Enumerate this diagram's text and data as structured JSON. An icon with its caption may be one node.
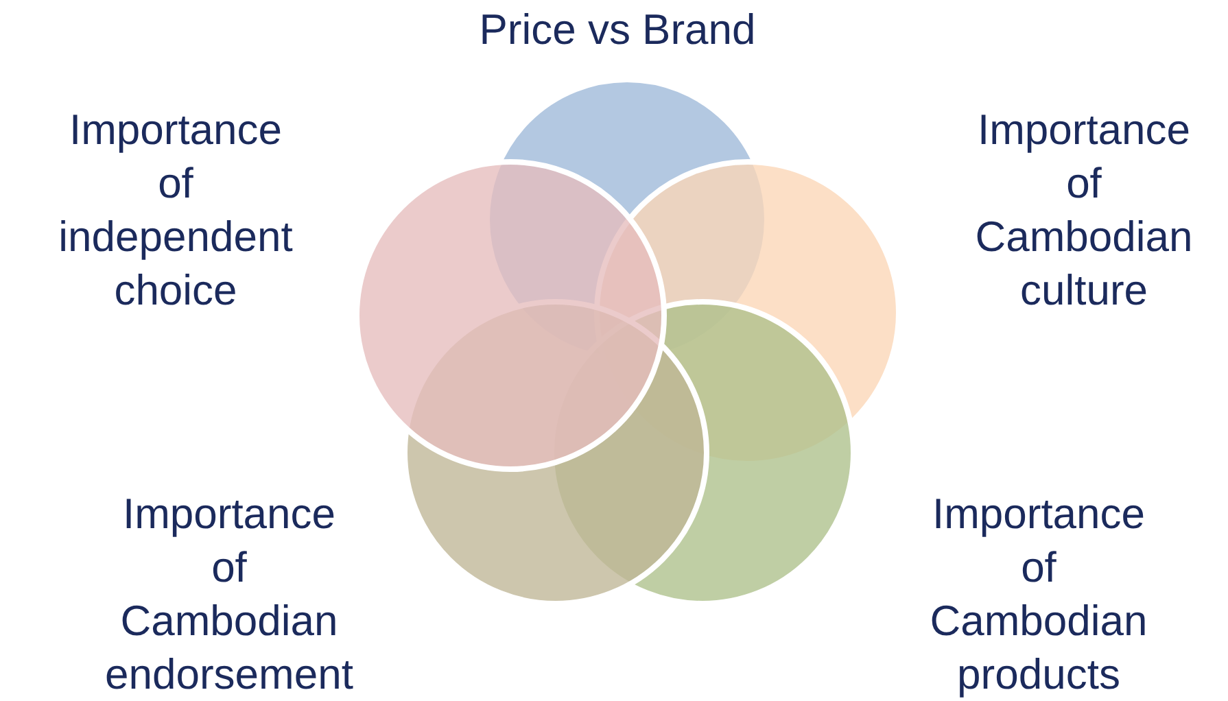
{
  "diagram": {
    "nodes": [
      {
        "text": [
          "Price vs Brand"
        ]
      },
      {
        "text": [
          "Importance of independent choice"
        ]
      },
      {
        "text": [
          "Importance of Cambodian culture"
        ]
      },
      {
        "text": [
          "Importance of Cambodian endorsement"
        ]
      },
      {
        "text": [
          "Importance of Cambodian products"
        ]
      }
    ]
  }
}
